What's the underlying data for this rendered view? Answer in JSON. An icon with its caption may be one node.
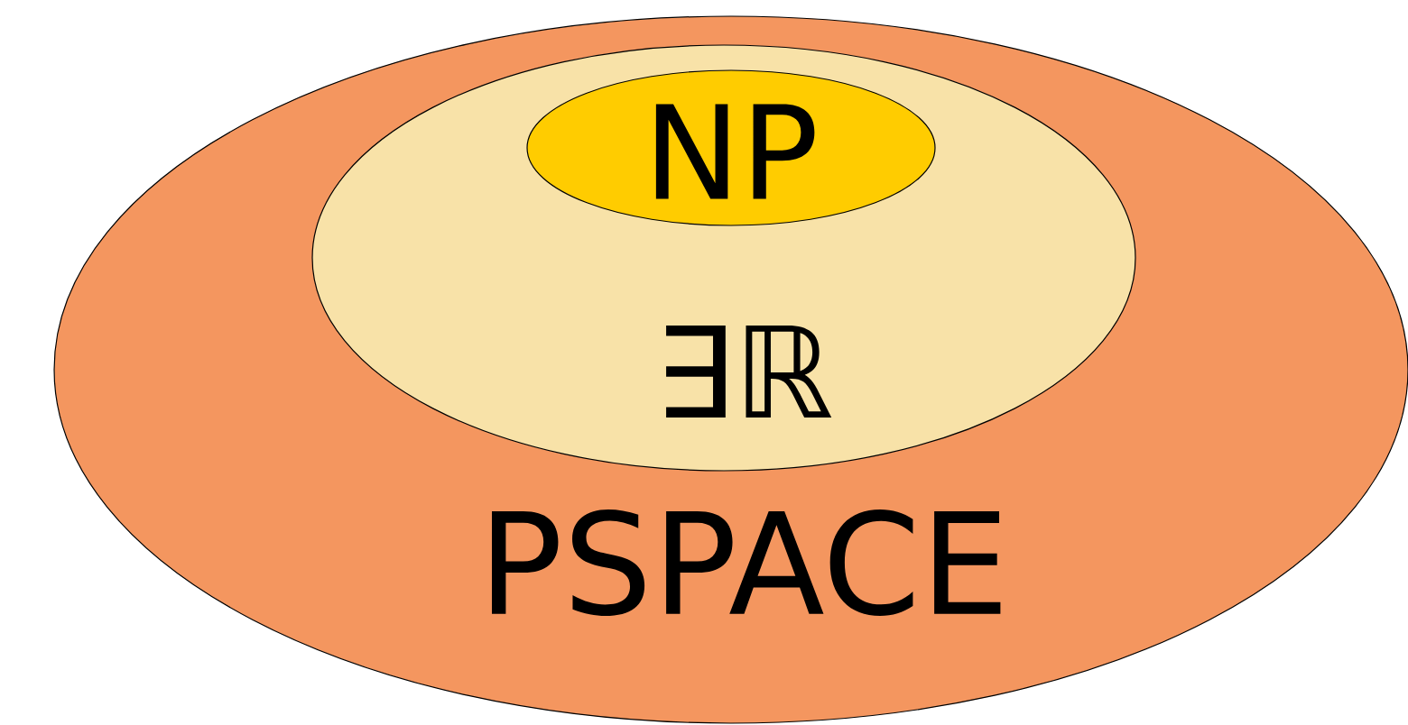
{
  "diagram": {
    "nodes": [
      {
        "text": [
          "PSPACE"
        ]
      },
      {
        "text": [
          "∃ℝ"
        ],
        "in": 0
      },
      {
        "text": [
          "NP"
        ],
        "in": 1
      }
    ]
  }
}
